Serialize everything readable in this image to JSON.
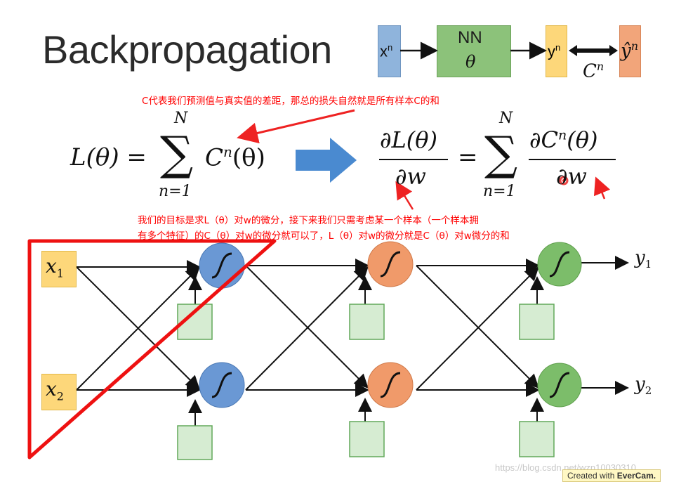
{
  "title": "Backpropagation",
  "top_diagram": {
    "x_label": "x",
    "x_sup": "n",
    "nn_label": "NN",
    "theta": "θ",
    "y_label": "y",
    "y_sup": "n",
    "yhat_label": "ŷ",
    "yhat_sup": "n",
    "c_label": "C",
    "c_sup": "n"
  },
  "annotations": {
    "note1": "C代表我们预测值与真实值的差距，那总的损失自然就是所有样本C的和",
    "note2_line1": "我们的目标是求L（θ）对w的微分，接下来我们只需考虑某一个样本（一个样本拥",
    "note2_line2": "有多个特征）的C（θ）对w的微分就可以了，L（θ）对w的微分就是C（θ）对w微分的和"
  },
  "formula": {
    "lhs": "L(θ) =",
    "sum_top": "N",
    "sum_bottom": "n=1",
    "sigma": "∑",
    "term_c": "C",
    "term_sup": "n",
    "term_arg": "(θ)",
    "dl_num": "∂L(θ)",
    "dl_den": "∂w",
    "equals": "=",
    "dc_num_a": "∂C",
    "dc_num_sup": "n",
    "dc_num_b": "(θ)",
    "dc_den": "∂w"
  },
  "network": {
    "x1": "x",
    "x1_sub": "1",
    "x2": "x",
    "x2_sub": "2",
    "y1": "y",
    "y1_sub": "1",
    "y2": "y",
    "y2_sub": "2"
  },
  "colors": {
    "xn_box": "#8fb4dc",
    "nn_box": "#8cc27a",
    "yn_box": "#fdd77a",
    "yhat_box": "#f2a57a",
    "blue_arrow": "#4a8ad0",
    "neuron_layer1": "#6a98d4",
    "neuron_layer2": "#f09a6a",
    "neuron_layer3": "#7cbd6a",
    "bias_box": "#d6ecd2",
    "input_box": "#fdd77a",
    "annotation": "#ff0000"
  },
  "watermark": "https://blog.csdn.net/wzn10030310",
  "badge": {
    "prefix": "Created with ",
    "brand": "EverCam."
  }
}
